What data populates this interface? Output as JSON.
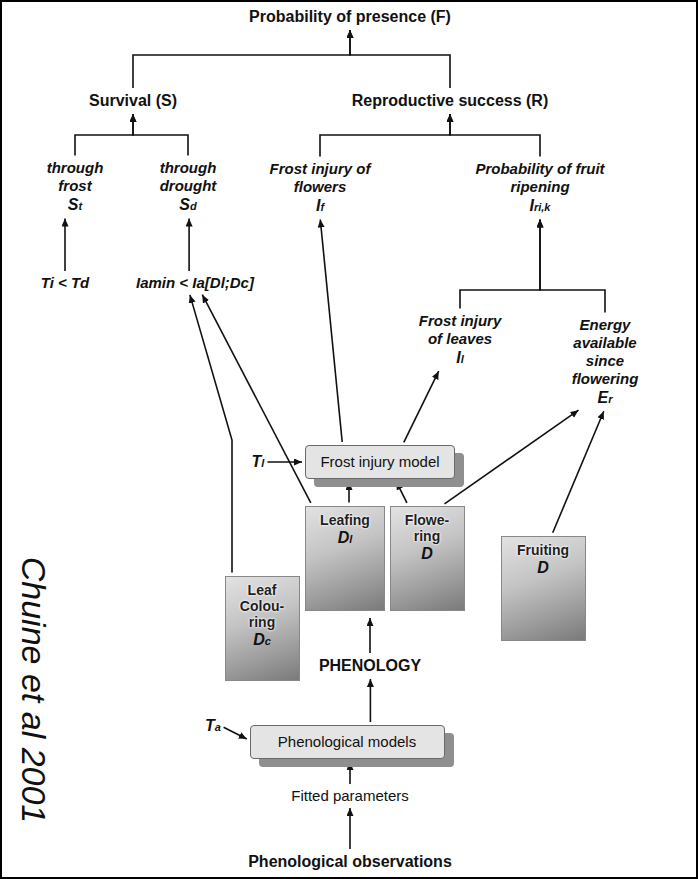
{
  "diagram": {
    "nodes": [
      {
        "text": [
          "Probability of presence (F)"
        ]
      },
      {
        "text": [
          "Survival (S)"
        ]
      },
      {
        "text": [
          "Reproductive success (R)"
        ]
      },
      {
        "text": [
          "through frost",
          "St"
        ]
      },
      {
        "text": [
          "through drought",
          "Sd"
        ]
      },
      {
        "text": [
          "Frost injury of flowers",
          "If"
        ]
      },
      {
        "text": [
          "Probability of fruit ripening",
          "Iri,k"
        ]
      },
      {
        "text": [
          "Frost injury of leaves",
          "Il"
        ]
      },
      {
        "text": [
          "Energy available since flowering",
          "Er"
        ]
      },
      {
        "text": [
          "Ti < Td"
        ]
      },
      {
        "text": [
          "Iamin < Ia[Dl;Dc]"
        ]
      },
      {
        "text": [
          "Tl"
        ]
      },
      {
        "text": [
          "Frost injury model"
        ]
      },
      {
        "text": [
          "Leaf Colou- ring",
          "Dc"
        ]
      },
      {
        "text": [
          "Leafing",
          "Dl"
        ]
      },
      {
        "text": [
          "Flowe- ring",
          "D"
        ]
      },
      {
        "text": [
          "Fruiting",
          "D"
        ]
      },
      {
        "text": [
          "PHENOLOGY"
        ]
      },
      {
        "text": [
          "Phenological models"
        ]
      },
      {
        "text": [
          "Ta"
        ]
      },
      {
        "text": [
          "Fitted parameters"
        ]
      },
      {
        "text": [
          "Phenological observations"
        ]
      }
    ],
    "edges": [
      {
        "from": 1,
        "to": 0,
        "arrow": "to"
      },
      {
        "from": 2,
        "to": 0,
        "arrow": "to"
      },
      {
        "from": 3,
        "to": 1,
        "arrow": "to"
      },
      {
        "from": 4,
        "to": 1,
        "arrow": "to"
      },
      {
        "from": 5,
        "to": 2,
        "arrow": "to"
      },
      {
        "from": 6,
        "to": 2,
        "arrow": "to"
      },
      {
        "from": 7,
        "to": 6,
        "arrow": "to"
      },
      {
        "from": 8,
        "to": 6,
        "arrow": "to"
      },
      {
        "from": 9,
        "to": 3,
        "arrow": "to"
      },
      {
        "from": 10,
        "to": 4,
        "arrow": "to"
      },
      {
        "from": 13,
        "to": 10,
        "arrow": "to"
      },
      {
        "from": 14,
        "to": 10,
        "arrow": "to"
      },
      {
        "from": 11,
        "to": 12,
        "arrow": "to"
      },
      {
        "from": 14,
        "to": 12,
        "arrow": "to"
      },
      {
        "from": 15,
        "to": 12,
        "arrow": "to"
      },
      {
        "from": 12,
        "to": 5,
        "arrow": "to"
      },
      {
        "from": 12,
        "to": 7,
        "arrow": "to"
      },
      {
        "from": 15,
        "to": 8,
        "arrow": "to"
      },
      {
        "from": 16,
        "to": 8,
        "arrow": "to"
      },
      {
        "from": 18,
        "to": 17,
        "arrow": "to"
      },
      {
        "from": 20,
        "to": 18,
        "arrow": "to"
      },
      {
        "from": 21,
        "to": 20,
        "arrow": "to"
      },
      {
        "from": 19,
        "to": 18,
        "arrow": "to"
      }
    ],
    "labels": [
      "Chuine et al 2001"
    ]
  }
}
